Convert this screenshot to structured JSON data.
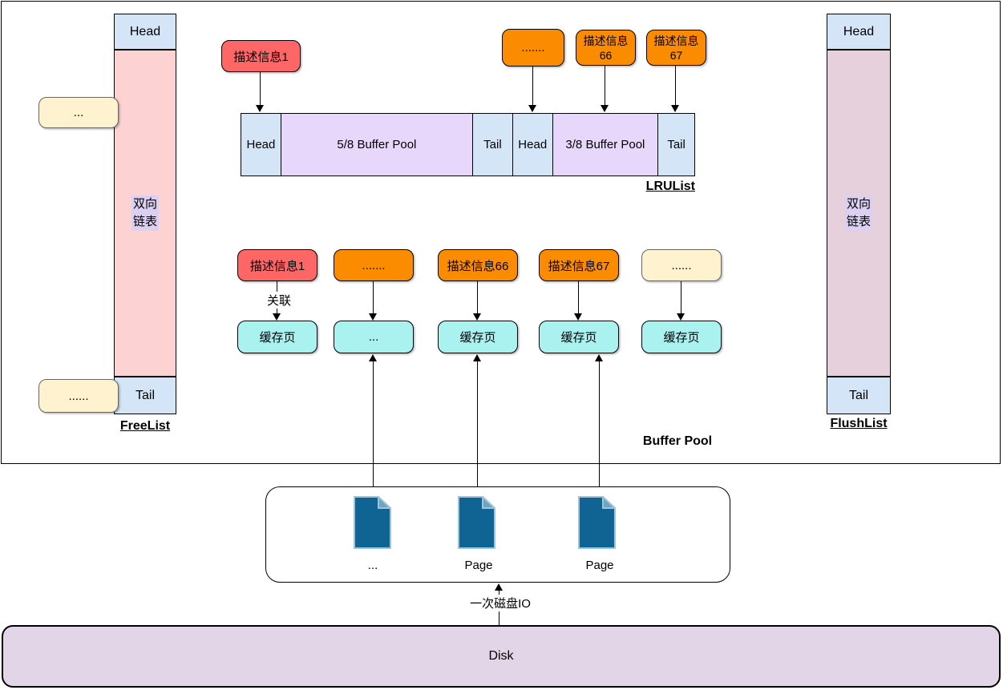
{
  "colors": {
    "node_blue": "#d4e5f8",
    "segment_purple": "#e7d7fb",
    "freelist_column_pink": "#fcd2d2",
    "flushlist_column_mauve": "#e6d0dc",
    "text_highlight_violet": "#dcd0f2",
    "node_red": "#ff6666",
    "node_orange": "#fb8c00",
    "node_yellow": "#fff3cf",
    "node_cyan": "#aaf2f0",
    "page_icon_blue": "#0f6493",
    "disk_fill": "#e2d5e7"
  },
  "freelist": {
    "head": "Head",
    "tail": "Tail",
    "label": "FreeList",
    "link_line1": "双向",
    "link_line2": "链表",
    "ellipsis_mid": "...",
    "ellipsis_bottom": "......"
  },
  "flushlist": {
    "head": "Head",
    "tail": "Tail",
    "label": "FlushList",
    "link_line1": "双向",
    "link_line2": "链表"
  },
  "lru": {
    "label": "LRUList",
    "segments": [
      "Head",
      "5/8 Buffer Pool",
      "Tail",
      "Head",
      "3/8 Buffer Pool",
      "Tail"
    ]
  },
  "top_descriptors": {
    "d1": "描述信息1",
    "ellipsis": ".......",
    "d66_line1": "描述信息",
    "d66_line2": "66",
    "d67_line1": "描述信息",
    "d67_line2": "67"
  },
  "middle_descriptors": {
    "d1": "描述信息1",
    "ellipsis": ".......",
    "d66": "描述信息66",
    "d67": "描述信息67",
    "ellipsis_right": "......"
  },
  "association_label": "关联",
  "cache_pages": {
    "c1": "缓存页",
    "c2": "...",
    "c3": "缓存页",
    "c4": "缓存页",
    "c5": "缓存页"
  },
  "buffer_pool_label": "Buffer Pool",
  "page_area": {
    "label1": "...",
    "label2": "Page",
    "label3": "Page"
  },
  "disk_io_label": "一次磁盘IO",
  "disk_label": "Disk"
}
